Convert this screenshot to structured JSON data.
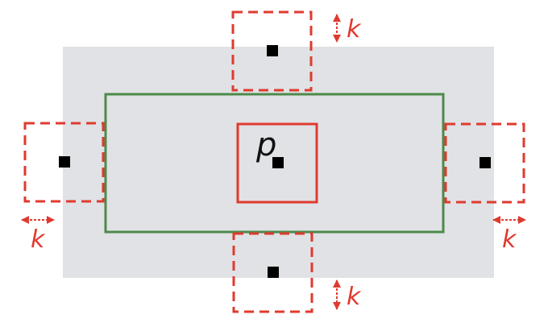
{
  "labels": {
    "center": "p",
    "top_offset": "k",
    "bottom_offset": "k",
    "left_offset": "k",
    "right_offset": "k"
  },
  "colors": {
    "background_region": "#e0e2e5",
    "outer_box": "#4c8a4a",
    "window": "#e03a2f",
    "point": "#000000",
    "text": "#111111"
  }
}
